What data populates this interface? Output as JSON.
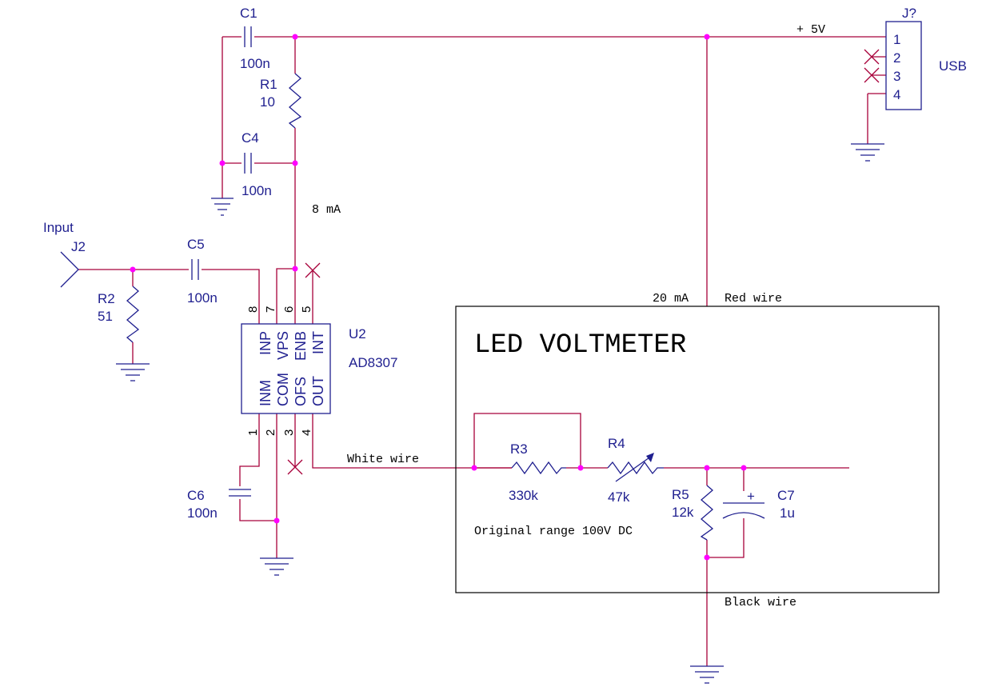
{
  "labels": {
    "c1": "C1",
    "c1_val": "100n",
    "r1": "R1",
    "r1_val": "10",
    "c4": "C4",
    "c4_val": "100n",
    "current_8ma": "8 mA",
    "input": "Input",
    "j2": "J2",
    "c5": "C5",
    "c5_val": "100n",
    "r2": "R2",
    "r2_val": "51",
    "u2": "U2",
    "u2_part": "AD8307",
    "c6": "C6",
    "c6_val": "100n",
    "white_wire": "White wire",
    "current_20ma": "20 mA",
    "red_wire": "Red wire",
    "v5": "+ 5V",
    "jq": "J?",
    "usb": "USB",
    "led_voltmeter": "LED VOLTMETER",
    "r3": "R3",
    "r3_val": "330k",
    "r4": "R4",
    "r4_val": "47k",
    "r5": "R5",
    "r5_val": "12k",
    "c7": "C7",
    "c7_val": "1u",
    "c7_plus": "+",
    "original_range": "Original range 100V DC",
    "black_wire": "Black wire"
  },
  "usb_pins": [
    "1",
    "2",
    "3",
    "4"
  ],
  "ic_pins_top": [
    "8",
    "7",
    "6",
    "5"
  ],
  "ic_pins_bottom": [
    "1",
    "2",
    "3",
    "4"
  ],
  "ic_names_top": [
    "INP",
    "VPS",
    "ENB",
    "INT"
  ],
  "ic_names_bottom": [
    "INM",
    "COM",
    "OFS",
    "OUT"
  ],
  "colors": {
    "wire": "#a8003a",
    "component": "#1f1f8f",
    "junction": "#ff00ff",
    "text": "#000000"
  }
}
